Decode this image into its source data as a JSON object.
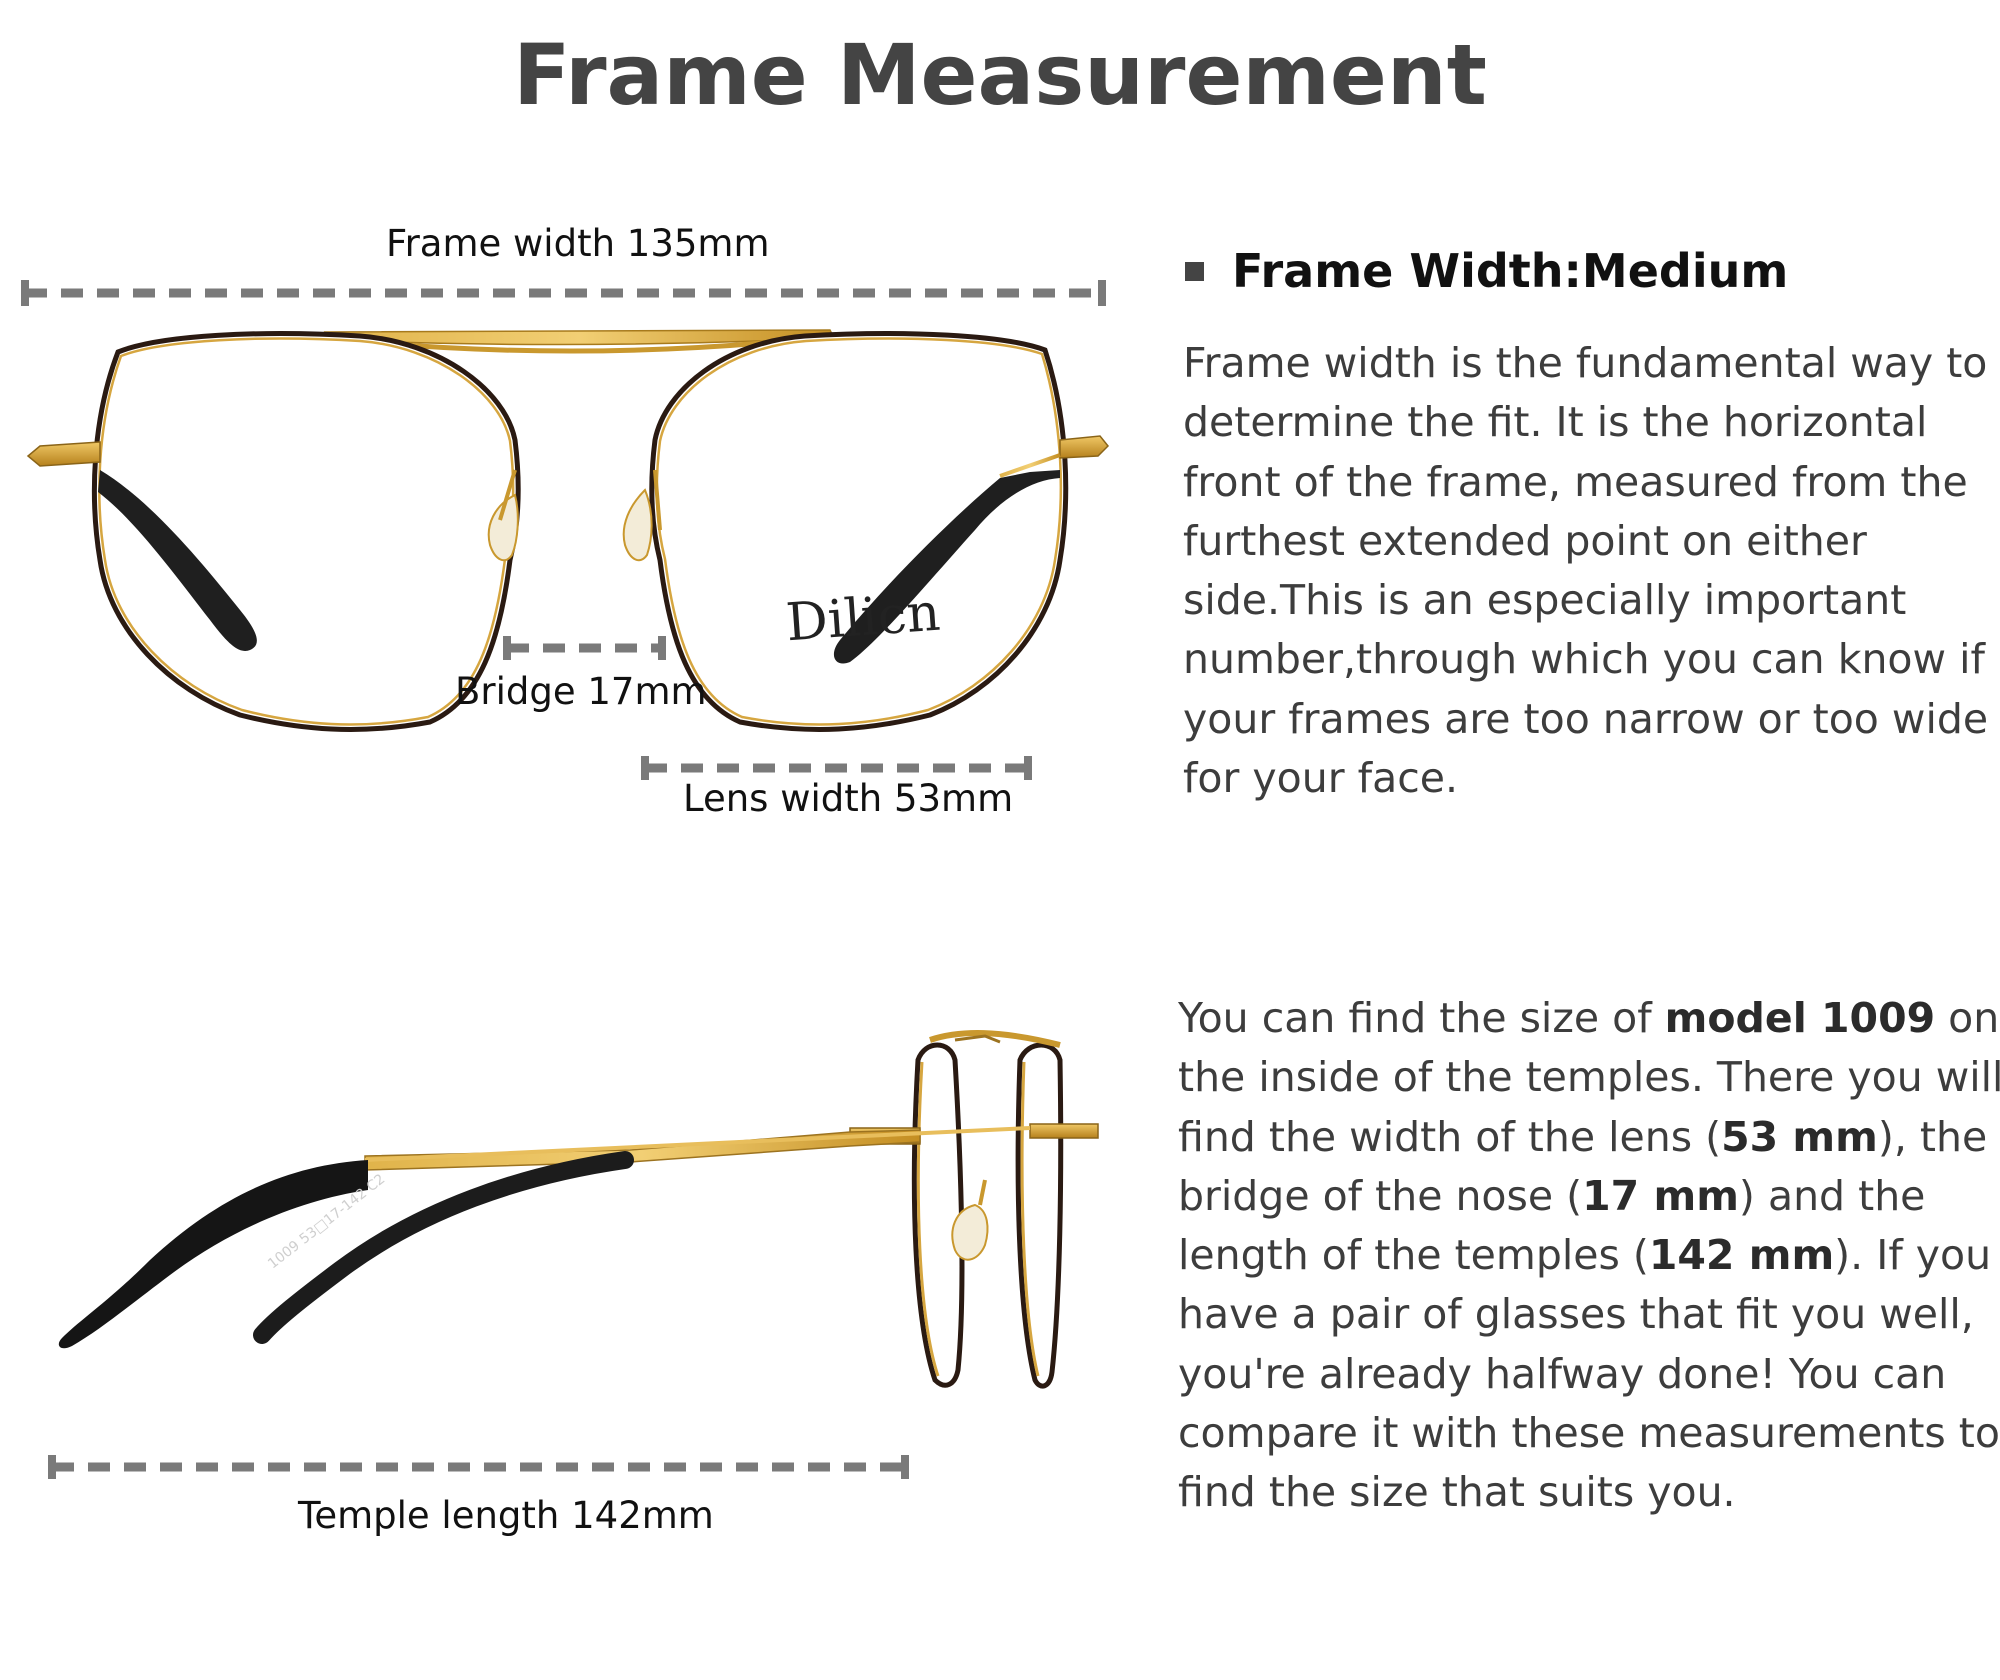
{
  "page": {
    "title": "Frame Measurement"
  },
  "measurements": {
    "frame_width_label": "Frame width 135mm",
    "bridge_label": "Bridge 17mm",
    "lens_width_label": "Lens width 53mm",
    "temple_length_label": "Temple length 142mm"
  },
  "brand": {
    "logo_text": "Dilicn"
  },
  "temple_print": "1009 53□17-142 C2",
  "section": {
    "heading": "Frame Width:Medium",
    "para1_lines": [
      "Frame width is the fundamental way to",
      "determine the fit. It is the horizontal",
      "front of the frame, measured from the",
      "furthest extended point on either",
      "side.This is an especially important",
      "number,through which you can know if",
      "your frames are too narrow or too wide",
      "for your face."
    ],
    "para2": {
      "l1_a": "You can find the size of ",
      "l1_b": "model 1009",
      "l1_c": " on",
      "l2": "the inside of the temples. There you will",
      "l3_a": "find the width of the lens (",
      "l3_b": "53 mm",
      "l3_c": "), the",
      "l4_a": "bridge of the nose (",
      "l4_b": "17 mm",
      "l4_c": ") and the",
      "l5_a": "length of the temples (",
      "l5_b": "142 mm",
      "l5_c": "). If you",
      "l6": "have a pair of glasses that fit you well,",
      "l7": "you're already halfway done! You can",
      "l8": "compare it with these measurements to",
      "l9": "find the size that suits you."
    }
  },
  "colors": {
    "title": "#444444",
    "dash": "#7a7a7a",
    "gold": "#c9982e",
    "frame_dark": "#2a1a12",
    "temple_tip": "#1a1a1a"
  }
}
